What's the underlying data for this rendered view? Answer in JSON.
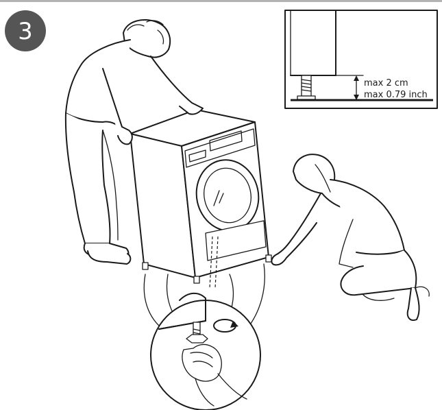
{
  "step": {
    "number": "3"
  },
  "inset": {
    "dimension_line1": "max 2 cm",
    "dimension_line2": "max 0.79 inch"
  },
  "colors": {
    "step_badge": "#555555",
    "top_rule": "#b3b3b3",
    "line": "#1a1a1a"
  }
}
